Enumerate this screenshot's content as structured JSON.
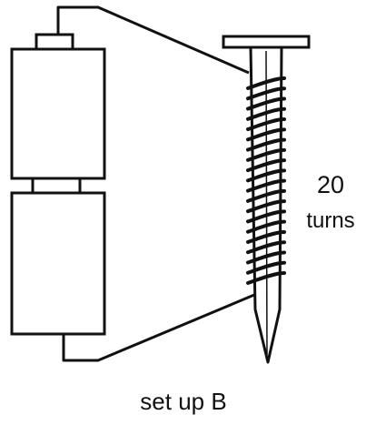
{
  "diagram": {
    "turns_count": "20",
    "turns_word": "turns",
    "caption": "set up B"
  },
  "coil": {
    "turns": 20
  },
  "colors": {
    "ink": "#111111",
    "paper": "#ffffff"
  }
}
